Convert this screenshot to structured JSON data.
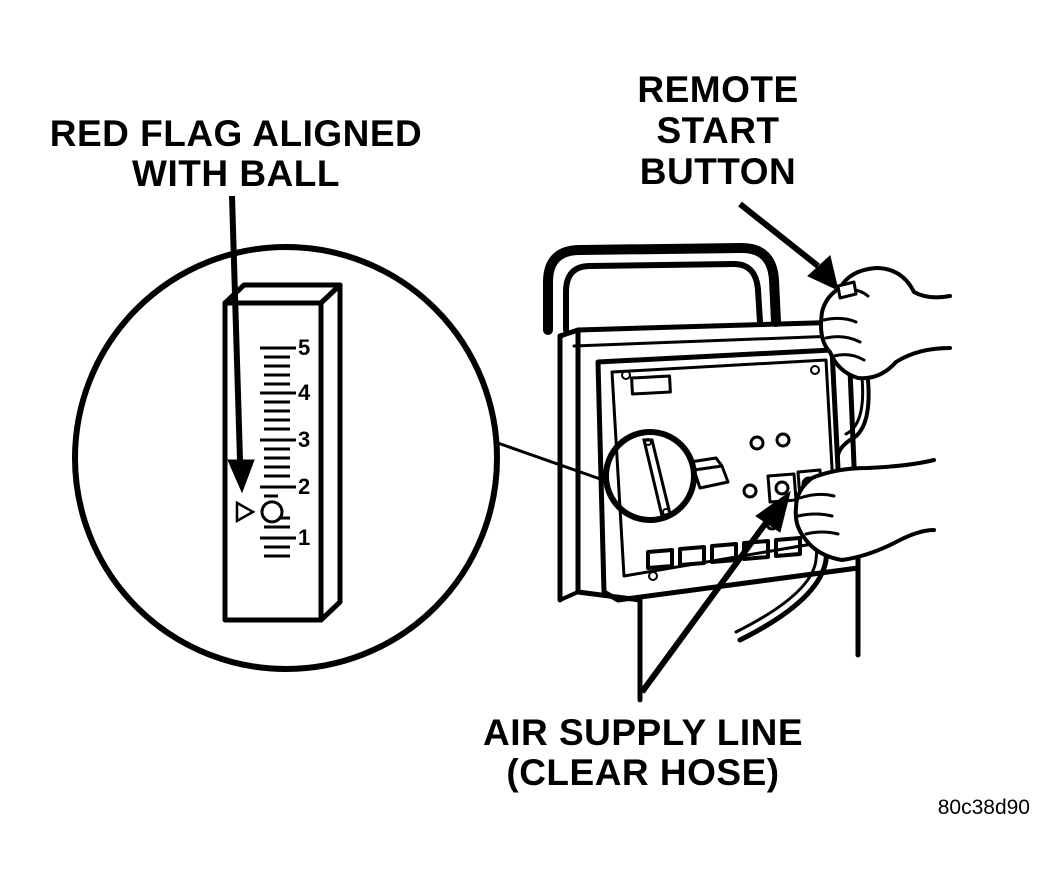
{
  "labels": {
    "red_flag": [
      "RED FLAG ALIGNED",
      "WITH BALL"
    ],
    "remote_start": [
      "REMOTE",
      "START",
      "BUTTON"
    ],
    "air_supply": [
      "AIR SUPPLY LINE",
      "(CLEAR HOSE)"
    ]
  },
  "gauge": {
    "scale": [
      "1",
      "2",
      "3",
      "4",
      "5"
    ],
    "ball_reading": 1.55
  },
  "figure_code": "80c38d90",
  "colors": {
    "ink": "#000000",
    "paper": "#ffffff"
  }
}
